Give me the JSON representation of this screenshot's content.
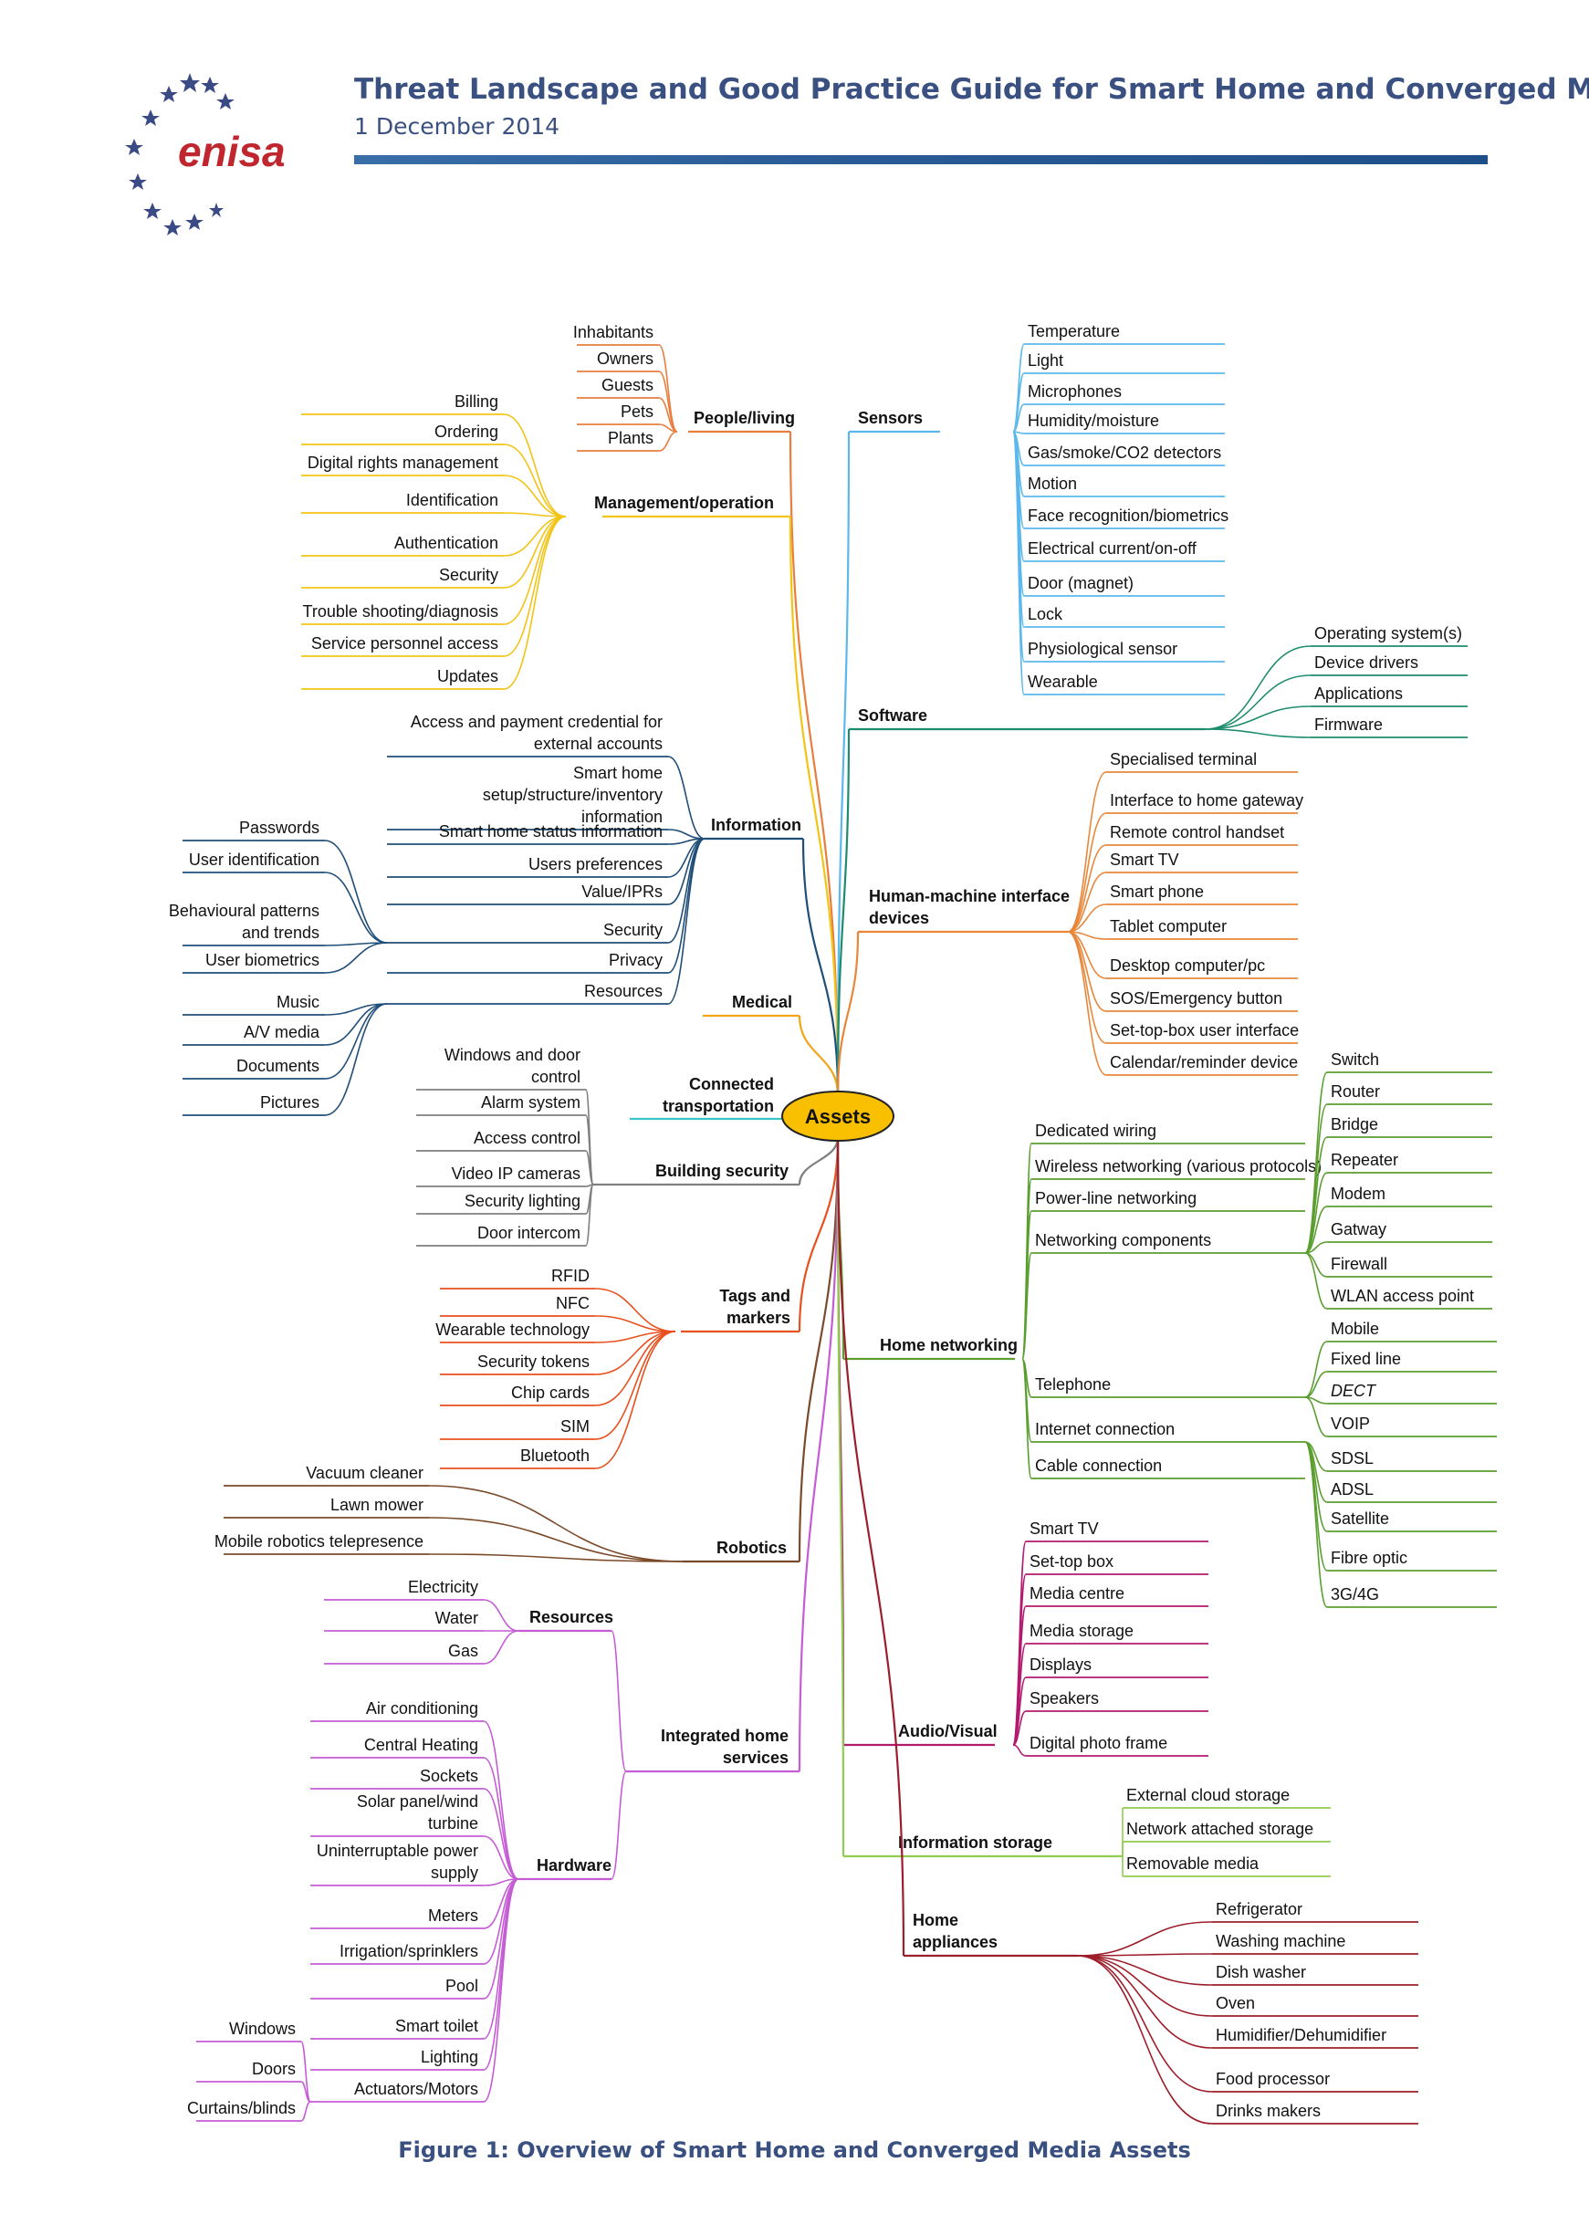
{
  "header": {
    "title": "Threat Landscape and Good Practice Guide for Smart Home and Converged Media",
    "date": "1 December 2014",
    "logo_text": "enisa"
  },
  "caption": "Figure 1: Overview of Smart Home and Converged Media Assets",
  "center": "Assets",
  "colors": {
    "center_fill": "#f8c000",
    "people": "#e87d3e",
    "management": "#f2c416",
    "information": "#1f4e79",
    "resources": "#1f4e79",
    "medical": "#f2a516",
    "transport": "#3cc5c8",
    "building": "#7f7f7f",
    "tags": "#e8501e",
    "robotics": "#7b4a2a",
    "integrated": "#c55cd6",
    "sensors": "#5bb8ec",
    "software": "#1e8c6e",
    "hmi": "#e8873a",
    "networking": "#5a9e2f",
    "audio": "#b3196e",
    "storage": "#8fcc4f",
    "appliances": "#9b1e2a"
  },
  "branches": [
    {
      "key": "people",
      "label": "People/living",
      "children": [
        "Inhabitants",
        "Owners",
        "Guests",
        "Pets",
        "Plants"
      ]
    },
    {
      "key": "management",
      "label": "Management/operation",
      "children": [
        "Billing",
        "Ordering",
        "Digital rights management",
        "Identification",
        "Authentication",
        "Security",
        "Trouble shooting/diagnosis",
        "Service personnel access",
        "Updates"
      ]
    },
    {
      "key": "information",
      "label": "Information",
      "children": [
        "Access and payment credential for external accounts",
        "Smart home setup/structure/inventory information",
        "Smart home status information",
        "Users preferences",
        "Value/IPRs",
        "Security",
        "Privacy",
        "Resources"
      ],
      "sub_security": [
        "Passwords",
        "User identification",
        "Behavioural patterns and trends",
        "User biometrics"
      ],
      "sub_resources": [
        "Music",
        "A/V media",
        "Documents",
        "Pictures"
      ]
    },
    {
      "key": "medical",
      "label": "Medical",
      "children": []
    },
    {
      "key": "transport",
      "label": "Connected transportation",
      "children": []
    },
    {
      "key": "building",
      "label": "Building security",
      "children": [
        "Windows and door control",
        "Alarm system",
        "Access control",
        "Video IP cameras",
        "Security lighting",
        "Door intercom"
      ]
    },
    {
      "key": "tags",
      "label": "Tags and markers",
      "children": [
        "RFID",
        "NFC",
        "Wearable technology",
        "Security tokens",
        "Chip cards",
        "SIM",
        "Bluetooth"
      ]
    },
    {
      "key": "robotics",
      "label": "Robotics",
      "children": [
        "Vacuum cleaner",
        "Lawn mower",
        "Mobile robotics telepresence"
      ]
    },
    {
      "key": "integrated",
      "label": "Integrated home services",
      "resources": {
        "label": "Resources",
        "children": [
          "Electricity",
          "Water",
          "Gas"
        ]
      },
      "hardware": {
        "label": "Hardware",
        "children": [
          "Air conditioning",
          "Central Heating",
          "Sockets",
          "Solar panel/wind turbine",
          "Uninterruptable power supply",
          "Meters",
          "Irrigation/sprinklers",
          "Pool",
          "Smart toilet",
          "Lighting",
          "Actuators/Motors"
        ]
      },
      "actuators": [
        "Windows",
        "Doors",
        "Curtains/blinds"
      ]
    },
    {
      "key": "sensors",
      "label": "Sensors",
      "children": [
        "Temperature",
        "Light",
        "Microphones",
        "Humidity/moisture",
        "Gas/smoke/CO2 detectors",
        "Motion",
        "Face recognition/biometrics",
        "Electrical current/on-off",
        "Door (magnet)",
        "Lock",
        "Physiological sensor",
        "Wearable"
      ]
    },
    {
      "key": "software",
      "label": "Software",
      "children": [
        "Operating system(s)",
        "Device drivers",
        "Applications",
        "Firmware"
      ]
    },
    {
      "key": "hmi",
      "label": "Human-machine interface devices",
      "children": [
        "Specialised terminal",
        "Interface to home gateway",
        "Remote control handset",
        "Smart TV",
        "Smart phone",
        "Tablet computer",
        "Desktop computer/pc",
        "SOS/Emergency button",
        "Set-top-box user interface",
        "Calendar/reminder device"
      ]
    },
    {
      "key": "networking",
      "label": "Home networking",
      "children": [
        "Dedicated wiring",
        "Wireless networking (various protocols)",
        "Power-line networking",
        "Networking components",
        "Telephone",
        "Internet connection",
        "Cable connection"
      ],
      "components": [
        "Switch",
        "Router",
        "Bridge",
        "Repeater",
        "Modem",
        "Gatway",
        "Firewall",
        "WLAN access point"
      ],
      "telephone": [
        "Mobile",
        "Fixed line",
        "DECT",
        "VOIP"
      ],
      "internet": [
        "SDSL",
        "ADSL",
        "Satellite",
        "Fibre optic",
        "3G/4G"
      ]
    },
    {
      "key": "audio",
      "label": "Audio/Visual",
      "children": [
        "Smart TV",
        "Set-top box",
        "Media centre",
        "Media storage",
        "Displays",
        "Speakers",
        "Digital photo frame"
      ]
    },
    {
      "key": "storage",
      "label": "Information storage",
      "children": [
        "External cloud storage",
        "Network attached storage",
        "Removable media"
      ]
    },
    {
      "key": "appliances",
      "label": "Home appliances",
      "children": [
        "Refrigerator",
        "Washing machine",
        "Dish washer",
        "Oven",
        "Humidifier/Dehumidifier",
        "Food processor",
        "Drinks makers"
      ]
    }
  ]
}
